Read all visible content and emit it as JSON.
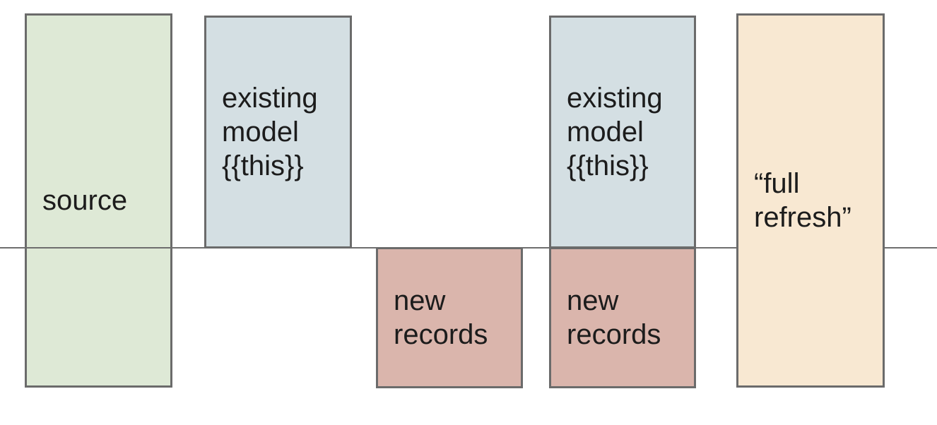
{
  "colors": {
    "source_fill": "#dee9d6",
    "existing_model_fill": "#d4dfe3",
    "new_records_fill": "#dab5ac",
    "full_refresh_fill": "#f8e8d2",
    "box_border": "#6b6b6b",
    "divider_line": "#6e6e6e",
    "text": "#1c1c1c"
  },
  "divider": {
    "color": "#6e6e6e"
  },
  "boxes": [
    {
      "id": "source",
      "label": "source",
      "fill": "#dee9d6"
    },
    {
      "id": "existing-model-1",
      "label": "existing\nmodel\n{{this}}",
      "fill": "#d4dfe3"
    },
    {
      "id": "new-records-1",
      "label": "new\nrecords",
      "fill": "#dab5ac"
    },
    {
      "id": "existing-model-2",
      "label": "existing\nmodel\n{{this}}",
      "fill": "#d4dfe3"
    },
    {
      "id": "new-records-2",
      "label": "new\nrecords",
      "fill": "#dab5ac"
    },
    {
      "id": "full-refresh",
      "label": "“full\nrefresh”",
      "fill": "#f8e8d2"
    }
  ]
}
